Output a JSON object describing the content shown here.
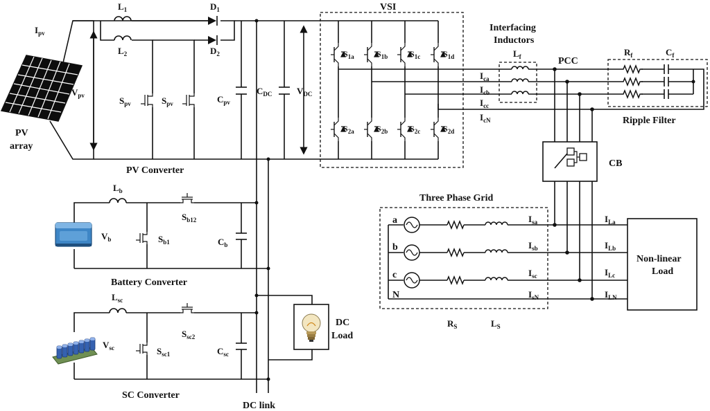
{
  "labels": {
    "ipv": "I",
    "ipv_sub": "pv",
    "l1": "L",
    "l1_sub": "1",
    "l2": "L",
    "l2_sub": "2",
    "d1": "D",
    "d1_sub": "1",
    "d2": "D",
    "d2_sub": "2",
    "vpv": "V",
    "vpv_sub": "pv",
    "spv_a": "S",
    "spv_a_sub": "pv",
    "spv_b": "S",
    "spv_b_sub": "pv",
    "cpv": "C",
    "cpv_sub": "pv",
    "cdc": "C",
    "cdc_sub": "DC",
    "vdc": "V",
    "vdc_sub": "DC",
    "pv_array_line1": "PV",
    "pv_array_line2": "array",
    "pv_converter": "PV Converter",
    "vsi": "VSI",
    "s1a": "S",
    "s1a_sub": "1a",
    "s1b": "S",
    "s1b_sub": "1b",
    "s1c": "S",
    "s1c_sub": "1c",
    "s1d": "S",
    "s1d_sub": "1d",
    "s2a": "S",
    "s2a_sub": "2a",
    "s2b": "S",
    "s2b_sub": "2b",
    "s2c": "S",
    "s2c_sub": "2c",
    "s2d": "S",
    "s2d_sub": "2d",
    "interfacing_line1": "Interfacing",
    "interfacing_line2": "Inductors",
    "lf": "L",
    "lf_sub": "f",
    "pcc": "PCC",
    "rf": "R",
    "rf_sub": "f",
    "cf": "C",
    "cf_sub": "f",
    "ica": "I",
    "ica_sub": "ca",
    "icb": "I",
    "icb_sub": "cb",
    "icc": "I",
    "icc_sub": "cc",
    "icn": "I",
    "icn_sub": "cN",
    "ripple_filter": "Ripple Filter",
    "cb": "CB",
    "lb": "L",
    "lb_sub": "b",
    "vb": "V",
    "vb_sub": "b",
    "sb1": "S",
    "sb1_sub": "b1",
    "sb12": "S",
    "sb12_sub": "b12",
    "cb_cap": "C",
    "cb_cap_sub": "b",
    "battery_converter": "Battery Converter",
    "lsc": "L",
    "lsc_sub": "sc",
    "vsc": "V",
    "vsc_sub": "sc",
    "ssc1": "S",
    "ssc1_sub": "sc1",
    "ssc2": "S",
    "ssc2_sub": "sc2",
    "csc": "C",
    "csc_sub": "sc",
    "sc_converter": "SC Converter",
    "dc_link": "DC link",
    "dc_load_line1": "DC",
    "dc_load_line2": "Load",
    "three_phase_grid": "Three Phase Grid",
    "phase_a": "a",
    "phase_b": "b",
    "phase_c": "c",
    "phase_n": "N",
    "isa": "I",
    "isa_sub": "sa",
    "isb": "I",
    "isb_sub": "sb",
    "isc": "I",
    "isc_sub": "sc",
    "isn": "I",
    "isn_sub": "sN",
    "rs": "R",
    "rs_sub": "S",
    "ls": "L",
    "ls_sub": "S",
    "ila": "I",
    "ila_sub": "La",
    "ilb": "I",
    "ilb_sub": "Lb",
    "ilc": "I",
    "ilc_sub": "Lc",
    "iln": "I",
    "iln_sub": "LN",
    "nonlinear_line1": "Non-linear",
    "nonlinear_line2": "Load"
  },
  "icons": {
    "pv_panel": "solar-panel-icon",
    "battery": "battery-icon",
    "supercapacitor": "supercapacitor-bank-icon",
    "bulb": "light-bulb-icon",
    "breaker": "circuit-breaker-icon"
  },
  "colors": {
    "wire": "#111111",
    "panel": "#0d0d0d",
    "battery_body": "#3e86c6",
    "supercap_body": "#3561b0",
    "bulb_glass": "#f3e6c0"
  }
}
